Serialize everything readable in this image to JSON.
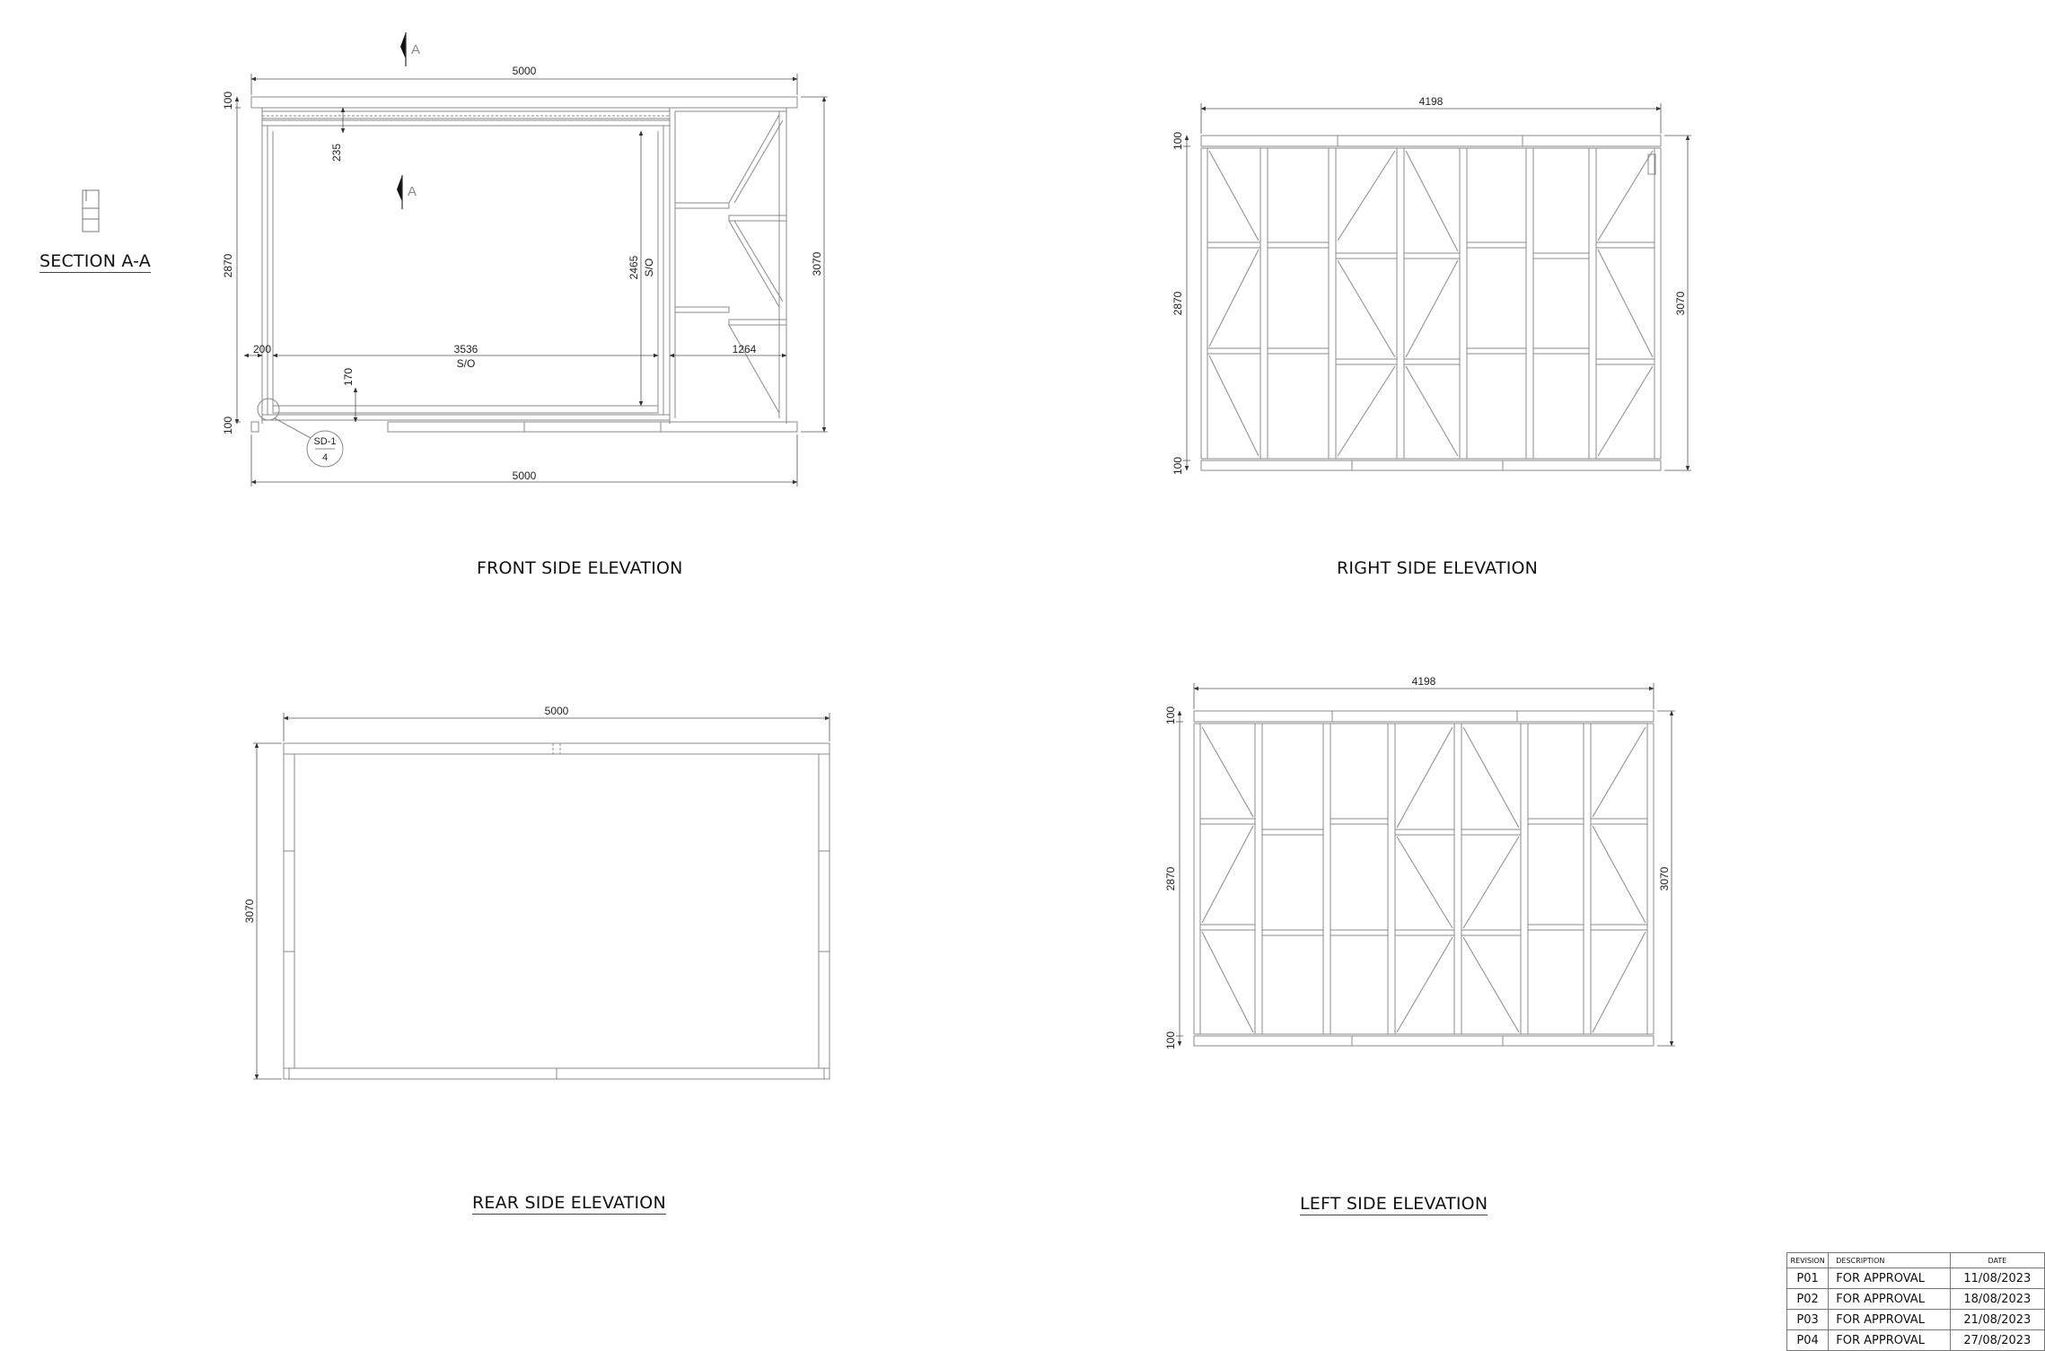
{
  "section": {
    "title": "SECTION A-A"
  },
  "markers": {
    "section_letter": "A"
  },
  "detail_tag": {
    "ref": "SD-1",
    "sheet": "4"
  },
  "front": {
    "title": "FRONT SIDE ELEVATION",
    "dim_top": "5000",
    "dim_bottom": "5000",
    "dim_plate_top": "100",
    "dim_plate_bottom": "100",
    "dim_wall": "2870",
    "dim_overall": "3070",
    "dim_header": "235",
    "dim_opening_h": "2465",
    "so_v": "S/O",
    "dim_left": "200",
    "dim_opening_w": "3536",
    "so_h": "S/O",
    "dim_right": "1264",
    "dim_sill": "170"
  },
  "right": {
    "title": "RIGHT SIDE ELEVATION",
    "dim_top": "4198",
    "dim_plate_top": "100",
    "dim_plate_bottom": "100",
    "dim_wall": "2870",
    "dim_overall": "3070"
  },
  "rear": {
    "title": "REAR SIDE ELEVATION",
    "dim_top": "5000",
    "dim_overall": "3070"
  },
  "left": {
    "title": "LEFT SIDE ELEVATION",
    "dim_top": "4198",
    "dim_plate_top": "100",
    "dim_plate_bottom": "100",
    "dim_wall": "2870",
    "dim_overall": "3070"
  },
  "revisions": {
    "headers": {
      "rev": "REVISION",
      "desc": "DESCRIPTION",
      "date": "DATE"
    },
    "rows": [
      {
        "rev": "P01",
        "desc": "FOR APPROVAL",
        "date": "11/08/2023"
      },
      {
        "rev": "P02",
        "desc": "FOR APPROVAL",
        "date": "18/08/2023"
      },
      {
        "rev": "P03",
        "desc": "FOR APPROVAL",
        "date": "21/08/2023"
      },
      {
        "rev": "P04",
        "desc": "FOR APPROVAL",
        "date": "27/08/2023"
      }
    ]
  }
}
